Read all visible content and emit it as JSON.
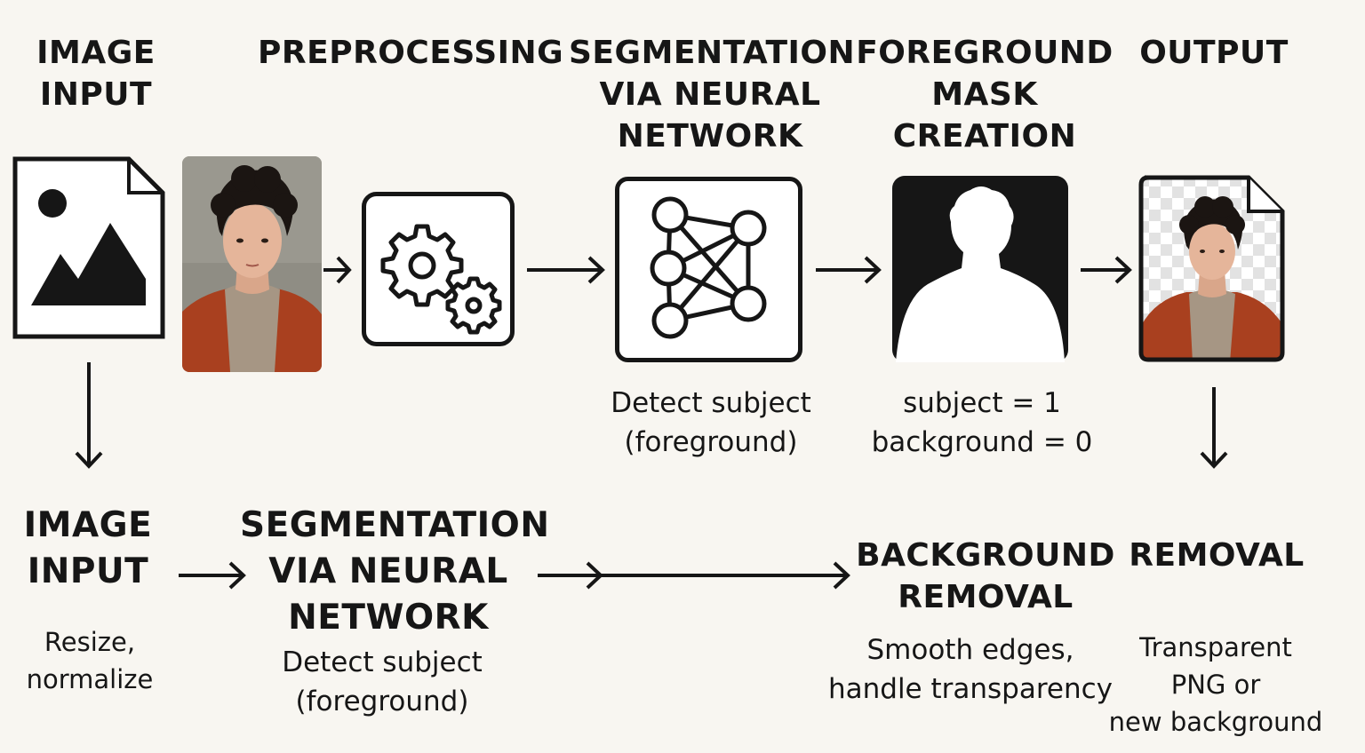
{
  "top_row": {
    "stage1": {
      "title": "IMAGE\nINPUT",
      "icon": "image-file-icon",
      "photo": "portrait-photo"
    },
    "stage2": {
      "title": "PREPROCESSING",
      "icon": "gears-icon"
    },
    "stage3": {
      "title": "SEGMENTATION\nVIA NEURAL\nNETWORK",
      "icon": "neural-network-icon",
      "description": "Detect subject\n(foreground)"
    },
    "stage4": {
      "title": "FOREGROUND\nMASK\nCREATION",
      "icon": "silhouette-mask-icon",
      "description": "subject = 1\nbackground = 0"
    },
    "stage5": {
      "title": "OUTPUT",
      "icon": "transparent-png-file-icon"
    }
  },
  "bottom_row": {
    "stage1": {
      "title": "IMAGE\nINPUT",
      "description": "Resize,\nnormalize"
    },
    "stage2": {
      "title": "SEGMENTATION\nVIA NEURAL\nNETWORK",
      "description": "Detect subject\n(foreground)"
    },
    "stage3": {
      "title": "BACKGROUND\nREMOVAL",
      "description": "Smooth edges,\nhandle transparency"
    },
    "stage4": {
      "title": "REMOVAL",
      "description": "Transparent\nPNG or\nnew background"
    }
  },
  "colors": {
    "background": "#f8f6f1",
    "ink": "#161616",
    "jacket": "#a9401f",
    "sweater": "#a69684",
    "photo_backdrop": "#8f8d84"
  }
}
